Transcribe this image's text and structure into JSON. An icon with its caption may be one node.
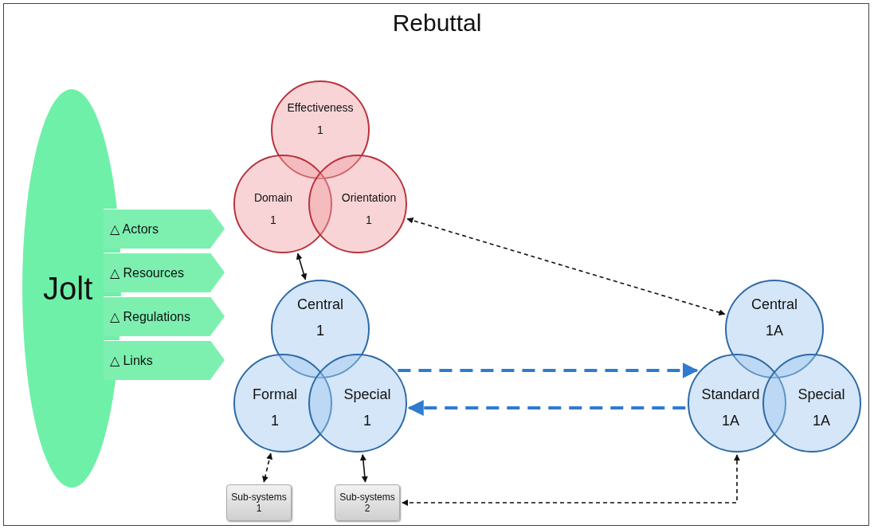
{
  "diagram": {
    "title": "Rebuttal",
    "nodes": [
      {
        "text": [
          "Jolt"
        ]
      },
      {
        "text": [
          "△ Actors"
        ]
      },
      {
        "text": [
          "△ Resources"
        ]
      },
      {
        "text": [
          "△ Regulations"
        ]
      },
      {
        "text": [
          "△ Links"
        ]
      },
      {
        "text": [
          "Effectiveness",
          "1"
        ]
      },
      {
        "text": [
          "Domain",
          "1"
        ]
      },
      {
        "text": [
          "Orientation",
          "1"
        ]
      },
      {
        "text": [
          "Central",
          "1"
        ]
      },
      {
        "text": [
          "Formal",
          "1"
        ]
      },
      {
        "text": [
          "Special",
          "1"
        ]
      },
      {
        "text": [
          "Central",
          "1A"
        ]
      },
      {
        "text": [
          "Standard",
          "1A"
        ]
      },
      {
        "text": [
          "Special",
          "1A"
        ]
      },
      {
        "text": [
          "Sub-systems 1"
        ]
      },
      {
        "text": [
          "Sub-systems 2"
        ]
      }
    ],
    "edges": [
      {
        "from": 6,
        "to": 8,
        "arrow": "both"
      },
      {
        "from": 7,
        "to": 11,
        "arrow": "both",
        "style": "dashed"
      },
      {
        "from": 10,
        "to": 12,
        "arrow": "to",
        "style": "dashed",
        "color": "#2e7bcf"
      },
      {
        "from": 12,
        "to": 10,
        "arrow": "to",
        "style": "dashed",
        "color": "#2e7bcf"
      },
      {
        "from": 9,
        "to": 14,
        "arrow": "both",
        "style": "dashed"
      },
      {
        "from": 10,
        "to": 15,
        "arrow": "both"
      },
      {
        "from": 15,
        "to": 12,
        "arrow": "both",
        "style": "dashed"
      }
    ]
  }
}
